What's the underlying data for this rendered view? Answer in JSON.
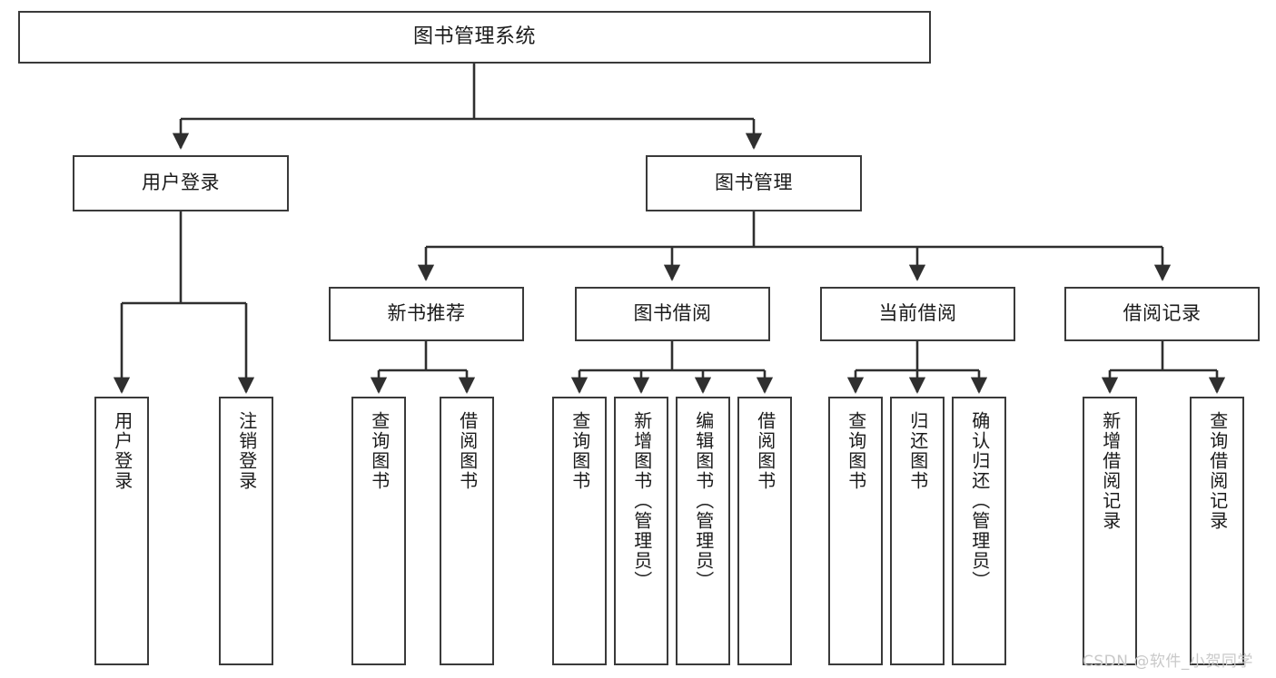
{
  "diagram": {
    "title": "图书管理系统",
    "watermark": "CSDN @软件_小贺同学",
    "colors": {
      "box_border": "#3a3a3a",
      "box_fill": "#ffffff",
      "edge": "#2f2f2f",
      "text": "#1a1a1a",
      "watermark": "#c9c9c9",
      "background": "#ffffff"
    },
    "root": {
      "label": "图书管理系统"
    },
    "level1": [
      {
        "label": "用户登录"
      },
      {
        "label": "图书管理"
      }
    ],
    "level2": [
      {
        "label": "新书推荐"
      },
      {
        "label": "图书借阅"
      },
      {
        "label": "当前借阅"
      },
      {
        "label": "借阅记录"
      }
    ],
    "leaves": {
      "user_login": [
        {
          "label": "用户登录"
        },
        {
          "label": "注销登录"
        }
      ],
      "new_book_recommend": [
        {
          "label": "查询图书"
        },
        {
          "label": "借阅图书"
        }
      ],
      "book_borrow": [
        {
          "label": "查询图书"
        },
        {
          "label": "新增图书（管理员）"
        },
        {
          "label": "编辑图书（管理员）"
        },
        {
          "label": "借阅图书"
        }
      ],
      "current_borrow": [
        {
          "label": "查询图书"
        },
        {
          "label": "归还图书"
        },
        {
          "label": "确认归还（管理员）"
        }
      ],
      "borrow_record": [
        {
          "label": "新增借阅记录"
        },
        {
          "label": "查询借阅记录"
        }
      ]
    }
  }
}
